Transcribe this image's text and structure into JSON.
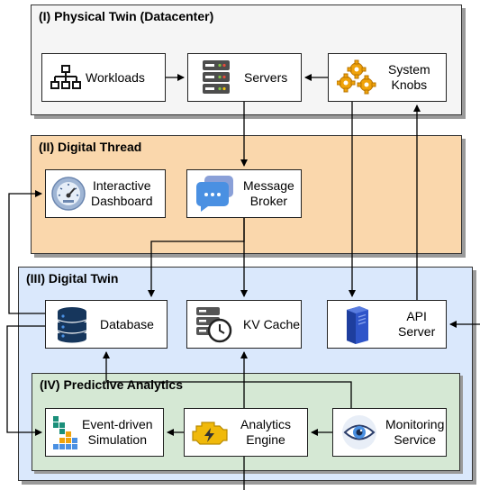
{
  "layers": {
    "physical": "(I) Physical Twin (Datacenter)",
    "thread": "(II) Digital Thread",
    "twin": "(III) Digital Twin",
    "analytics": "(IV) Predictive Analytics"
  },
  "nodes": {
    "workloads": "Workloads",
    "servers": "Servers",
    "system_knobs": "System\nKnobs",
    "dashboard": "Interactive\nDashboard",
    "broker": "Message\nBroker",
    "database": "Database",
    "kv_cache": "KV Cache",
    "api_server": "API\nServer",
    "simulation": "Event-driven\nSimulation",
    "analytics_engine": "Analytics\nEngine",
    "monitoring": "Monitoring\nService"
  },
  "icons": {
    "workloads": "hierarchy-icon",
    "servers": "server-rack-icon",
    "system_knobs": "gears-icon",
    "dashboard": "gauge-icon",
    "broker": "chat-bubble-icon",
    "database": "database-icon",
    "kv_cache": "cache-clock-icon",
    "api_server": "server-tower-icon",
    "simulation": "tetris-blocks-icon",
    "analytics_engine": "engine-icon",
    "monitoring": "eye-icon"
  },
  "colors": {
    "physical_bg": "#f5f5f5",
    "thread_bg": "#fad7ac",
    "twin_bg": "#dae8fc",
    "analytics_bg": "#d5e8d4"
  }
}
